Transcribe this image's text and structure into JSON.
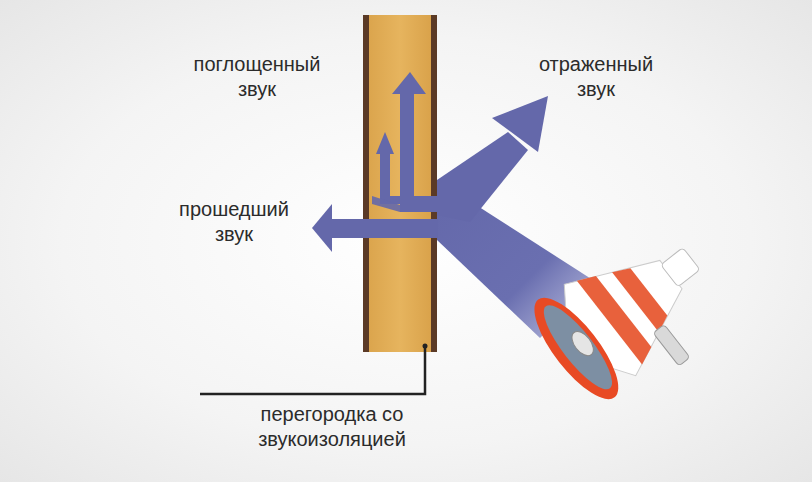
{
  "diagram": {
    "labels": [
      "поглощенный звук",
      "отраженный звук",
      "прошедший звук",
      "перегородка со звукоизоляцией"
    ]
  }
}
